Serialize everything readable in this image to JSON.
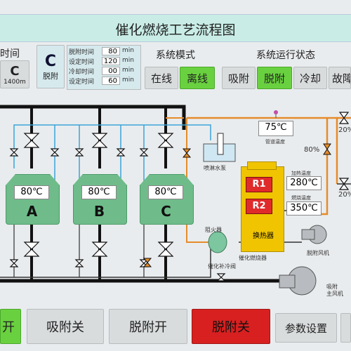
{
  "title": "催化燃烧工艺流程图",
  "left_panel": {
    "label_partial": "时间",
    "mode_letter": "C",
    "mode_value": "1400m"
  },
  "adsorb_panel": {
    "letter": "C",
    "state_label": "脱附",
    "rows": [
      {
        "label": "脱附时间",
        "value": "80",
        "unit": "min"
      },
      {
        "label": "设定时间",
        "value": "120",
        "unit": "min"
      },
      {
        "label": "冷却时间",
        "value": "00",
        "unit": "min"
      },
      {
        "label": "设定时间",
        "value": "60",
        "unit": "min"
      }
    ]
  },
  "system_mode": {
    "heading": "系统模式",
    "online": "在线",
    "offline": "离线"
  },
  "run_state": {
    "heading": "系统运行状态",
    "adsorb": "吸附",
    "desorb": "脱附",
    "cool": "冷却",
    "fault": "故障"
  },
  "process": {
    "pipe_temp": "75℃",
    "pipe_temp_label": "管道温度",
    "heat_temp_label": "加热温度",
    "heat_temp": "280℃",
    "burn_temp_label": "燃烧温度",
    "burn_temp": "350℃",
    "valve_pct_1": "20%",
    "valve_pct_2": "80%",
    "valve_pct_3": "20%",
    "spray_pump": "喷淋水泵",
    "flame_arrester": "阻火器",
    "cool_valve": "催化补冷阀",
    "heat_exchanger": "换热器",
    "burner": "催化燃烧器",
    "desorb_fan": "脱附风机",
    "main_fan": "吸附\n主风机",
    "r1": "R1",
    "r2": "R2",
    "tanks": [
      {
        "temp": "80℃",
        "name": "A"
      },
      {
        "temp": "80℃",
        "name": "B"
      },
      {
        "temp": "80℃",
        "name": "C"
      }
    ]
  },
  "bottom_buttons": {
    "open_partial": "开",
    "adsorb_off": "吸附关",
    "desorb_on": "脱附开",
    "desorb_off": "脱附关",
    "params": "参数设置"
  }
}
